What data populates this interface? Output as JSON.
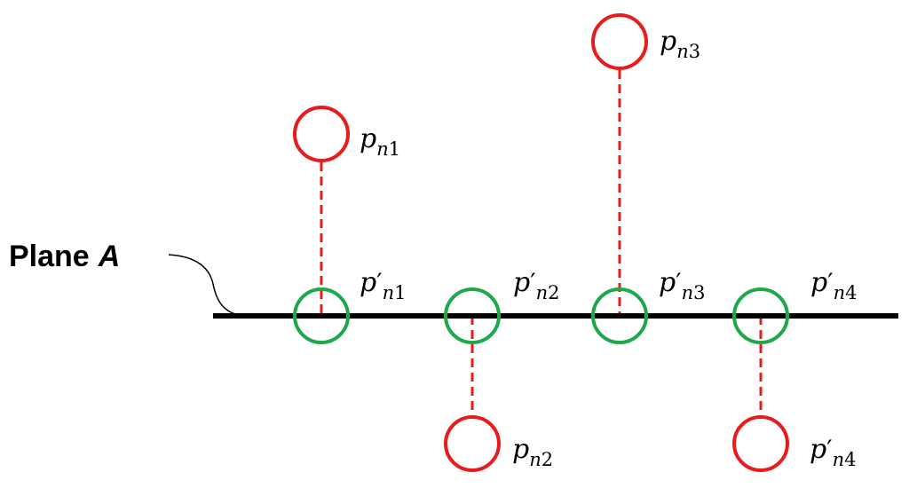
{
  "plane": {
    "word": "Plane",
    "letter": "A"
  },
  "colors": {
    "plane_line": "#000000",
    "point": "#e81c1c",
    "projection": "#1fa84a",
    "projection_line": "#e81c1c"
  },
  "points": [
    {
      "base": "p",
      "prime": "",
      "sub_letter": "n",
      "sub_digit": "1"
    },
    {
      "base": "p",
      "prime": "",
      "sub_letter": "n",
      "sub_digit": "2"
    },
    {
      "base": "p",
      "prime": "",
      "sub_letter": "n",
      "sub_digit": "3"
    },
    {
      "base": "p",
      "prime": "′",
      "sub_letter": "n",
      "sub_digit": "4"
    }
  ],
  "projections": [
    {
      "base": "p",
      "prime": "′",
      "sub_letter": "n",
      "sub_digit": "1"
    },
    {
      "base": "p",
      "prime": "′",
      "sub_letter": "n",
      "sub_digit": "2"
    },
    {
      "base": "p",
      "prime": "′",
      "sub_letter": "n",
      "sub_digit": "3"
    },
    {
      "base": "p",
      "prime": "′",
      "sub_letter": "n",
      "sub_digit": "4"
    }
  ]
}
